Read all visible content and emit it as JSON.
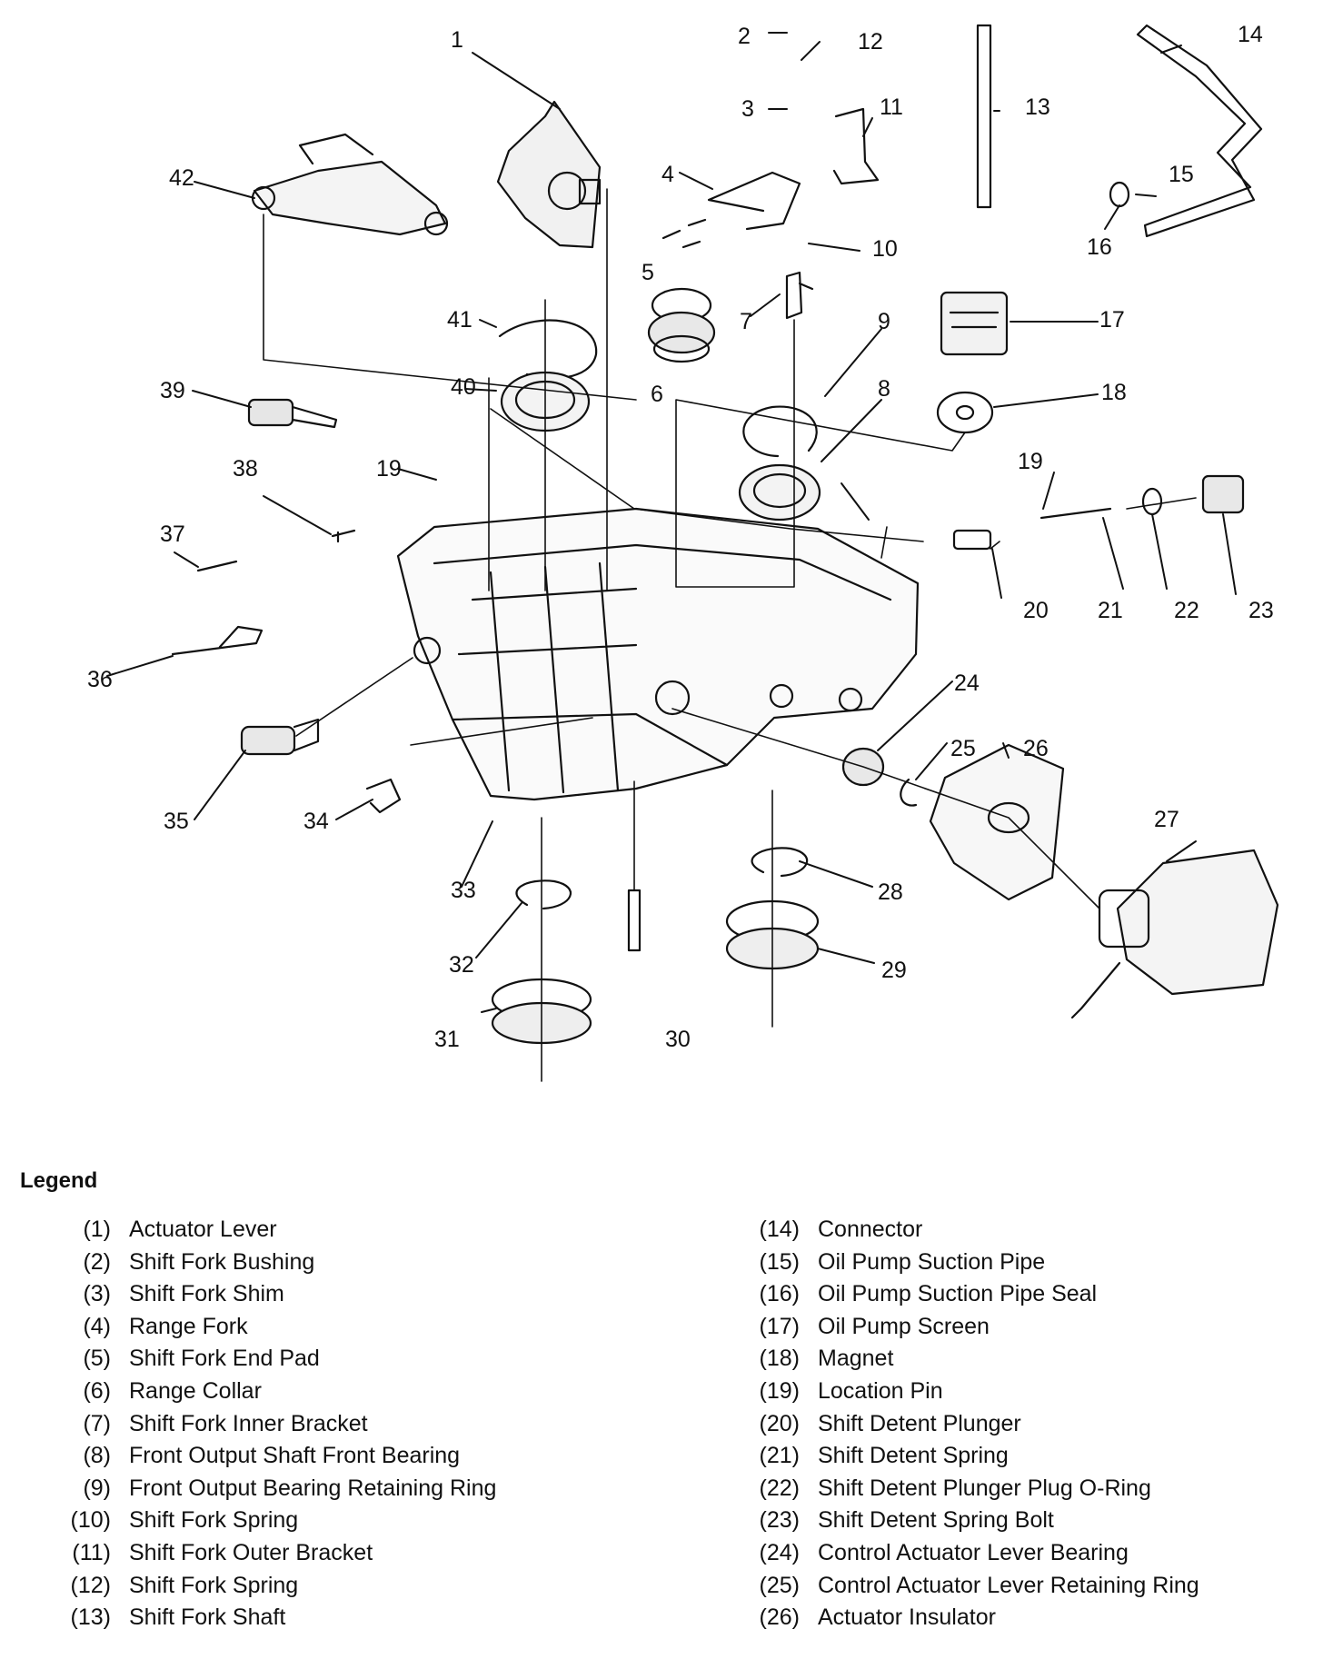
{
  "callouts": [
    "1",
    "2",
    "3",
    "4",
    "5",
    "6",
    "7",
    "8",
    "9",
    "10",
    "11",
    "12",
    "13",
    "14",
    "15",
    "16",
    "17",
    "18",
    "19",
    "19",
    "20",
    "21",
    "22",
    "23",
    "24",
    "25",
    "26",
    "27",
    "28",
    "29",
    "30",
    "31",
    "32",
    "33",
    "34",
    "35",
    "36",
    "37",
    "38",
    "39",
    "40",
    "41",
    "42"
  ],
  "legend": {
    "title": "Legend",
    "left": [
      {
        "num": "(1)",
        "label": "Actuator Lever"
      },
      {
        "num": "(2)",
        "label": "Shift Fork Bushing"
      },
      {
        "num": "(3)",
        "label": "Shift Fork Shim"
      },
      {
        "num": "(4)",
        "label": "Range Fork"
      },
      {
        "num": "(5)",
        "label": "Shift Fork End Pad"
      },
      {
        "num": "(6)",
        "label": "Range Collar"
      },
      {
        "num": "(7)",
        "label": "Shift Fork Inner Bracket"
      },
      {
        "num": "(8)",
        "label": "Front Output Shaft Front Bearing"
      },
      {
        "num": "(9)",
        "label": "Front Output Bearing Retaining Ring"
      },
      {
        "num": "(10)",
        "label": "Shift Fork Spring"
      },
      {
        "num": "(11)",
        "label": "Shift Fork Outer Bracket"
      },
      {
        "num": "(12)",
        "label": "Shift Fork Spring"
      },
      {
        "num": "(13)",
        "label": "Shift Fork Shaft"
      }
    ],
    "right": [
      {
        "num": "(14)",
        "label": "Connector"
      },
      {
        "num": "(15)",
        "label": "Oil Pump Suction Pipe"
      },
      {
        "num": "(16)",
        "label": "Oil Pump Suction Pipe Seal"
      },
      {
        "num": "(17)",
        "label": "Oil Pump Screen"
      },
      {
        "num": "(18)",
        "label": "Magnet"
      },
      {
        "num": "(19)",
        "label": "Location Pin"
      },
      {
        "num": "(20)",
        "label": "Shift Detent Plunger"
      },
      {
        "num": "(21)",
        "label": "Shift Detent Spring"
      },
      {
        "num": "(22)",
        "label": "Shift Detent Plunger Plug O-Ring"
      },
      {
        "num": "(23)",
        "label": "Shift Detent Spring Bolt"
      },
      {
        "num": "(24)",
        "label": "Control Actuator Lever Bearing"
      },
      {
        "num": "(25)",
        "label": "Control Actuator Lever Retaining Ring"
      },
      {
        "num": "(26)",
        "label": "Actuator Insulator"
      }
    ]
  }
}
